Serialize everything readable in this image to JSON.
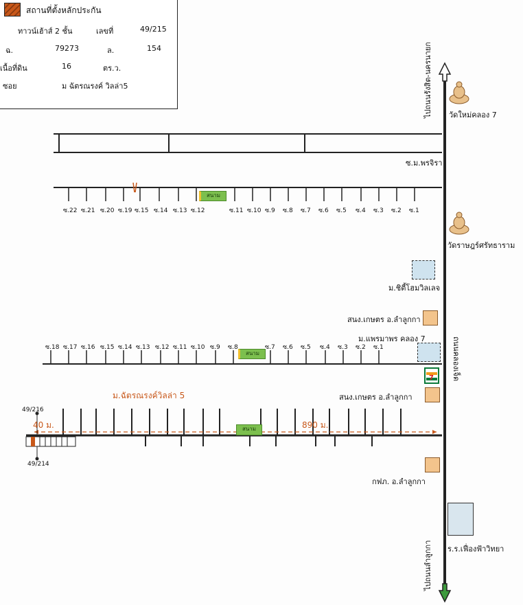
{
  "legend": {
    "title": "สถานที่ตั้งหลักประกัน",
    "type_label": "ทาวน์เฮ้าส์ 2 ชั้น",
    "no_label": "เลขที่",
    "no_value": "49/215",
    "chanot_label": "ฉ.",
    "chanot_value": "79273",
    "l_label": "ล.",
    "l_value": "154",
    "area_label": "เนื้อที่ดิน",
    "area_value": "16",
    "area_unit": "ตร.ว.",
    "soi_label": "ซอย",
    "soi_value": "ม ฉัตรณรงค์ วิลล่า5",
    "swatch_color": "#c8581a"
  },
  "road": {
    "north_label": "ไปถนนรังสิต-นครนายก",
    "south_label": "ไปถนนลำลูกกา",
    "name": "ถนนคลองเจ็ด"
  },
  "places": {
    "temple1": "วัดใหม่คลอง 7",
    "temple2": "วัดราษฎร์ศรัทธาราม",
    "village1": "ม.ชิตี้โฮมวิลเลจ",
    "agri_office1": "สนง.เกษตร อ.ลำลูกกา",
    "village2": "ม.แพรมาพร คลอง 7",
    "agri_office2": "สนง.เกษตร อ.ลำลูกกา",
    "pea_office": "กฟภ. อ.ลำลูกกา",
    "school": "ร.ร.เฟื่องฟ้าวิทยา",
    "soi_prija": "ซ.ม.พรจิรา",
    "field_label": "สนาม",
    "project_label": "ม.ฉัตรณรงค์วิลล่า 5",
    "neighbor_north": "49/216",
    "neighbor_south": "49/214",
    "dist_short": "40 ม.",
    "dist_long": "890 ม."
  },
  "soi_row1": [
    "ซ.22",
    "ซ.21",
    "ซ.20",
    "ซ.19",
    "ซ.15",
    "ซ.14",
    "ซ.13",
    "ซ.12",
    "ซ.11",
    "ซ.10",
    "ซ.9",
    "ซ.8",
    "ซ.7",
    "ซ.6",
    "ซ.5",
    "ซ.4",
    "ซ.3",
    "ซ.2",
    "ซ.1"
  ],
  "soi_row2": [
    "ซ.18",
    "ซ.17",
    "ซ.16",
    "ซ.15",
    "ซ.14",
    "ซ.13",
    "ซ.12",
    "ซ.11",
    "ซ.10",
    "ซ.9",
    "ซ.8",
    "ซ.7",
    "ซ.6",
    "ซ.5",
    "ซ.4",
    "ซ.3",
    "ซ.2",
    "ซ.1"
  ]
}
